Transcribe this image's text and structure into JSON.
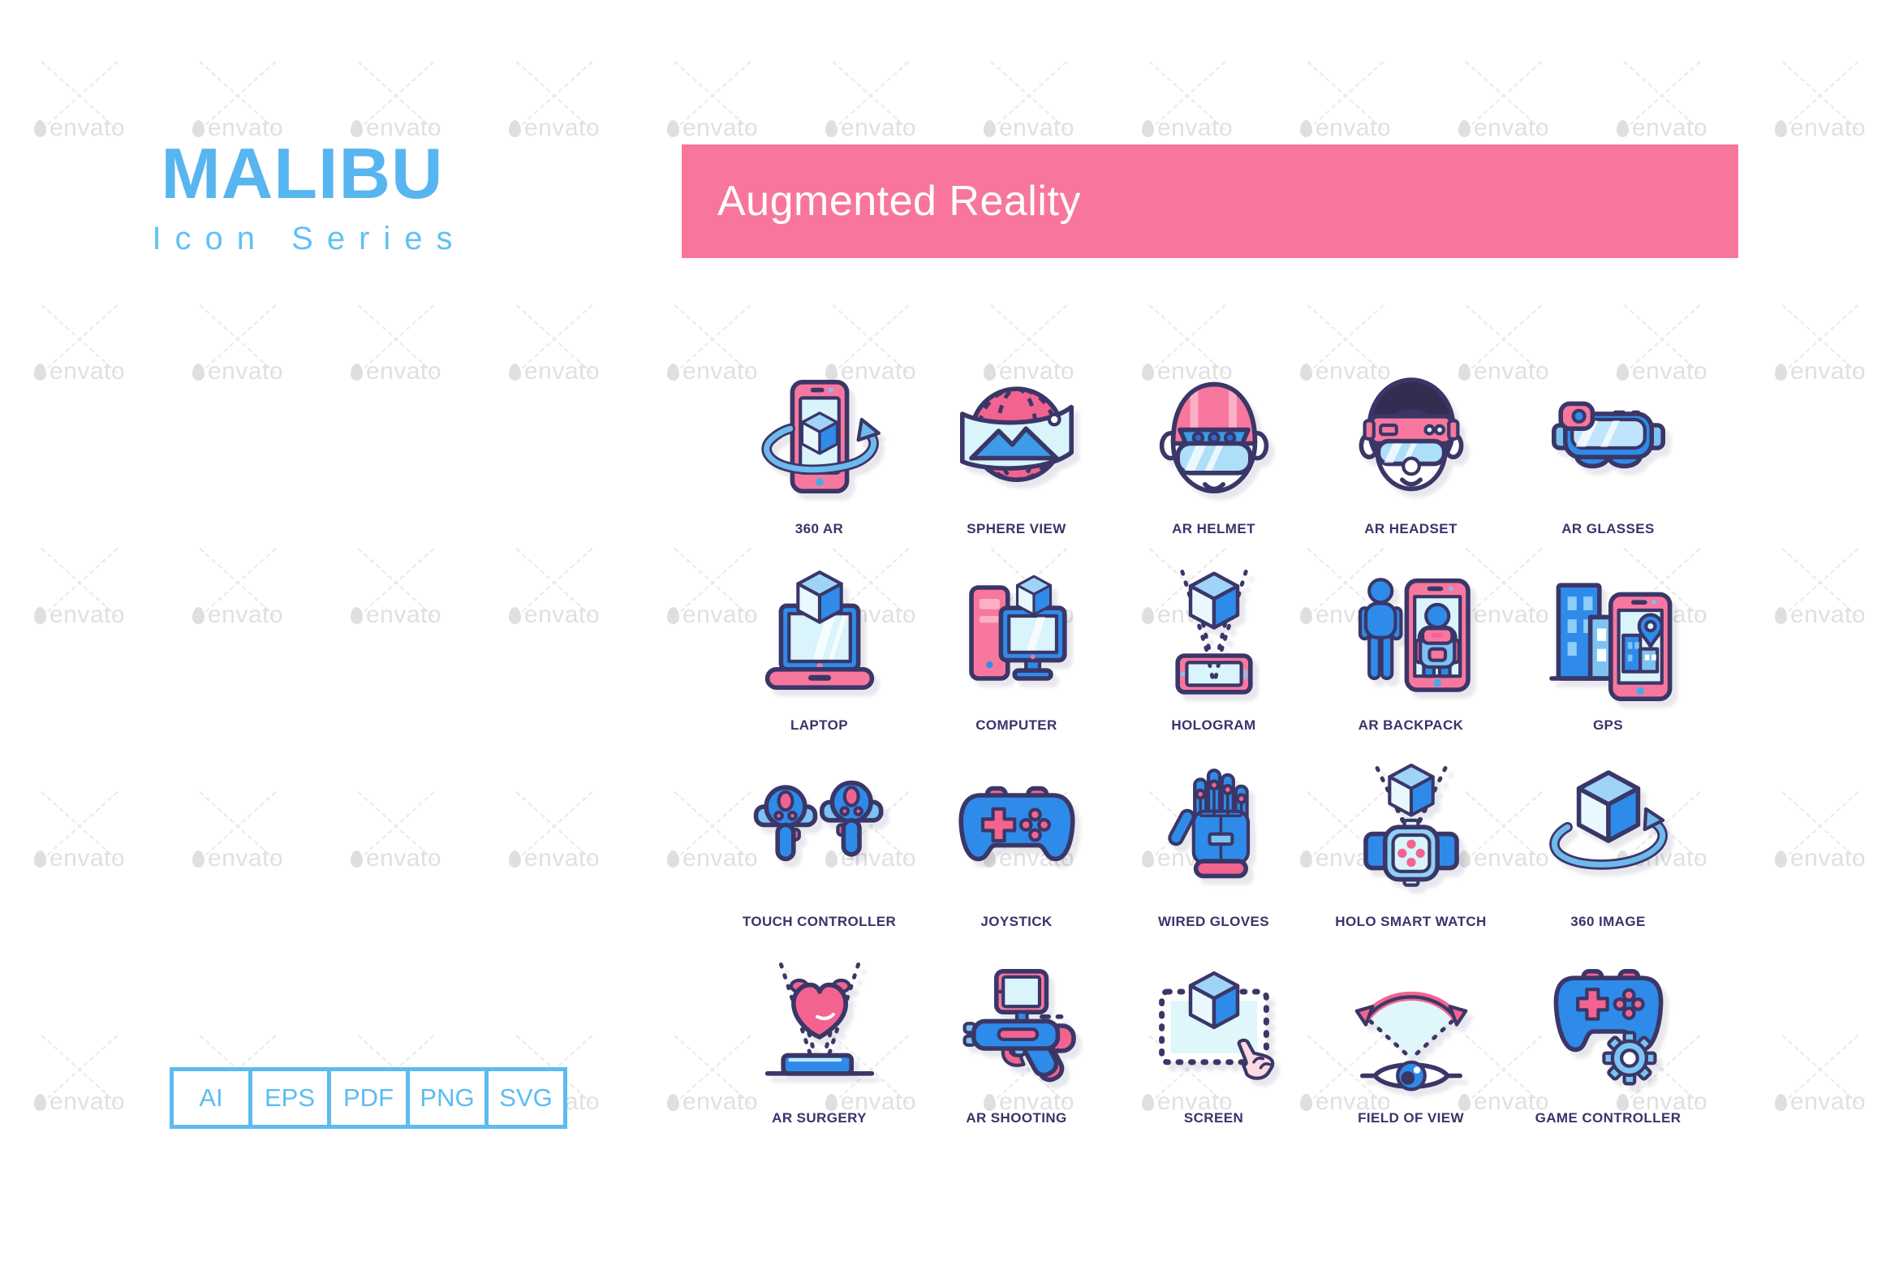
{
  "brand": {
    "title": "MALIBU",
    "subtitle": "Icon Series"
  },
  "banner": {
    "title": "Augmented Reality",
    "bg": "#F8769B"
  },
  "formats": [
    "AI",
    "EPS",
    "PDF",
    "PNG",
    "SVG"
  ],
  "watermark": {
    "text": "envato"
  },
  "colors": {
    "brand_blue": "#57B5F0",
    "subtitle_blue": "#63C0F4",
    "badge_blue": "#5CBCF2",
    "banner_pink": "#F8769B",
    "icon_pink": "#F8779E",
    "icon_deep_pink": "#F2648F",
    "icon_blue": "#2F8BEA",
    "icon_sky": "#7CC3F2",
    "icon_pale": "#D9F4FB",
    "outline_navy": "#3A3768",
    "label_navy": "#39346A",
    "watermark_gray": "#E0E0E0"
  },
  "grid": {
    "items": [
      {
        "icon": "360-ar-icon",
        "label": "360 AR"
      },
      {
        "icon": "sphere-view-icon",
        "label": "SPHERE VIEW"
      },
      {
        "icon": "ar-helmet-icon",
        "label": "AR HELMET"
      },
      {
        "icon": "ar-headset-icon",
        "label": "AR HEADSET"
      },
      {
        "icon": "ar-glasses-icon",
        "label": "AR GLASSES"
      },
      {
        "icon": "laptop-icon",
        "label": "LAPTOP"
      },
      {
        "icon": "computer-icon",
        "label": "COMPUTER"
      },
      {
        "icon": "hologram-icon",
        "label": "HOLOGRAM"
      },
      {
        "icon": "ar-backpack-icon",
        "label": "AR BACKPACK"
      },
      {
        "icon": "gps-icon",
        "label": "GPS"
      },
      {
        "icon": "touch-controller-icon",
        "label": "TOUCH CONTROLLER"
      },
      {
        "icon": "joystick-icon",
        "label": "JOYSTICK"
      },
      {
        "icon": "wired-gloves-icon",
        "label": "WIRED GLOVES"
      },
      {
        "icon": "holo-smart-watch-icon",
        "label": "HOLO SMART WATCH"
      },
      {
        "icon": "360-image-icon",
        "label": "360 IMAGE"
      },
      {
        "icon": "ar-surgery-icon",
        "label": "AR SURGERY"
      },
      {
        "icon": "ar-shooting-icon",
        "label": "AR SHOOTING"
      },
      {
        "icon": "screen-icon",
        "label": "SCREEN"
      },
      {
        "icon": "field-of-view-icon",
        "label": "FIELD OF VIEW"
      },
      {
        "icon": "game-controller-icon",
        "label": "GAME CONTROLLER"
      }
    ]
  }
}
